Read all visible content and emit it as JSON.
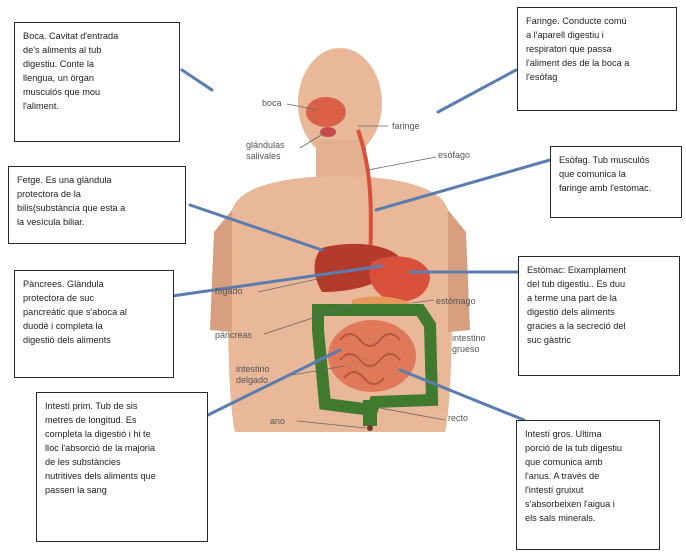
{
  "colors": {
    "skin": "#e8b898",
    "skin_shade": "#d79f80",
    "liver": "#b43a2c",
    "stomach": "#d8503a",
    "intestine_small": "#e0795a",
    "intestine_large": "#3f7a2e",
    "connector": "#5a7cb0",
    "box_border": "#2a2a2a"
  },
  "boxes": {
    "boca": "Boca. Cavitat d'entrada\nde's aliments al tub\ndigestiu. Conte la\nllengua, un òrgan\nmusculós que mou\nl'aliment.",
    "faringe": "Faringe. Conducte comú\na l'aparell digestiu i\nrespiratori que passa\nl'aliment des de la boca a\nl'esòfag",
    "fetge": "Fetge. Es una glàndula\nprotectora de  la\nbilis(substància que esta a\nla vesícula biliar.",
    "esofag": "Esòfag. Tub musculós\nque comunica la\nfaringe amb l'estomac.",
    "pancrees": "Pàncrees. Glàndula\nprotectora de suc\npancreàtic que s'aboca al\nduodè i completa la\ndigestió dels aliments",
    "estomac": "Estómac: Eixamplament\ndel tub digestiu.. Es duu\na terme una part de la\ndigestió dels aliments\ngracies a la secreció del\nsuc gàstric",
    "intesti_prim": "Intestí prim. Tub de sis\nmetres de longitud. Es\ncompleta la digestió i hi te\nlloc l'absorció de la majoria\nde les substàncies\nnutritives dels aliments que\npassen la sang",
    "intesti_gros": "Intestí gros. Ultima\nporció de la tub digestiu\nque comunica amb\nl'anus. A través de\nl'intestí gruixut\ns'absorbeixen l'aigua i\nels sals minerals."
  },
  "labels": {
    "boca": "boca",
    "glandulas": "glándulas\nsalivales",
    "faringe": "faringe",
    "esofago": "esófago",
    "higado": "hígado",
    "estomago": "estómago",
    "pancreas": "páncreas",
    "intestino_grueso": "intestino\ngrueso",
    "intestino_delgado": "intestino\ndelgado",
    "recto": "recto",
    "ano": "ano"
  }
}
